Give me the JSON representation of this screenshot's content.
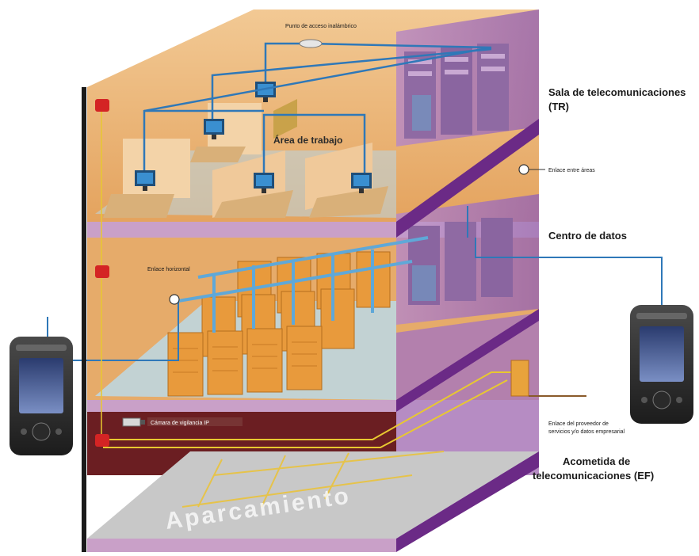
{
  "labels": {
    "telecom_room_line1": "Sala de telecomunicaciones",
    "telecom_room_line2": "(TR)",
    "work_area": "Área de trabajo",
    "inter_building_link": "Enlace entre áreas",
    "data_center": "Centro de datos",
    "horizontal_link": "Enlace horizontal",
    "wireless_access_point": "Punto de acceso inalámbrico",
    "ip_camera": "Cámara de vigilancia IP",
    "provider_link_line1": "Enlace del proveedor de",
    "provider_link_line2": "servicios y/o datos empresarial",
    "entrance_line1": "Acometida de",
    "entrance_line2": "telecomunicaciones (EF)",
    "parking": "Aparcamiento"
  },
  "colors": {
    "wall_orange": "#e8a964",
    "wall_light": "#f0c48a",
    "floor_slab": "#c9a0c8",
    "purple_edge": "#6b2a86",
    "cable_blue": "#2f78b8",
    "cable_yellow": "#e8c830",
    "server_orange": "#e89a3c",
    "dark_red": "#6b1e22",
    "parking_gray": "#c8c8c8"
  },
  "icons": [
    "cable-tester-left-icon",
    "cable-tester-right-icon",
    "fire-alarm-icon",
    "monitor-icon",
    "server-rack-icon",
    "ip-camera-icon",
    "wireless-ap-icon"
  ]
}
